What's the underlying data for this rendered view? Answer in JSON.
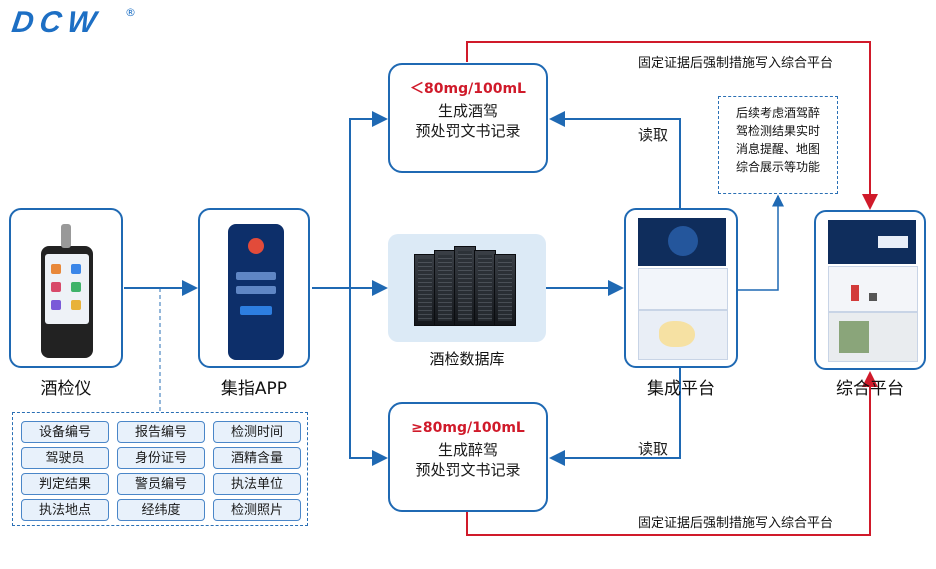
{
  "logo": {
    "text": "DCW",
    "registered": "®"
  },
  "nodes": {
    "breathalyzer": {
      "label": "酒检仪"
    },
    "app": {
      "label": "集指APP"
    },
    "database": {
      "label": "酒检数据库"
    },
    "integration": {
      "label": "集成平台"
    },
    "platform": {
      "label": "综合平台"
    }
  },
  "records": {
    "drink": {
      "threshold": "＜80mg/100mL",
      "line1": "生成酒驾",
      "line2": "预处罚文书记录"
    },
    "drunk": {
      "threshold": "≥80mg/100mL",
      "line1": "生成醉驾",
      "line2": "预处罚文书记录"
    }
  },
  "edges": {
    "read_top": "读取",
    "read_bottom": "读取",
    "push_top": "固定证据后强制措施写入综合平台",
    "push_bottom": "固定证据后强制措施写入综合平台"
  },
  "note": {
    "line1": "后续考虑酒驾醉",
    "line2": "驾检测结果实时",
    "line3": "消息提醒、地图",
    "line4": "综合展示等功能"
  },
  "fields": [
    "设备编号",
    "报告编号",
    "检测时间",
    "驾驶员",
    "身份证号",
    "酒精含量",
    "判定结果",
    "警员编号",
    "执法单位",
    "执法地点",
    "经纬度",
    "检测照片"
  ],
  "colors": {
    "blue": "#1f69b3",
    "red": "#d01a2a"
  }
}
